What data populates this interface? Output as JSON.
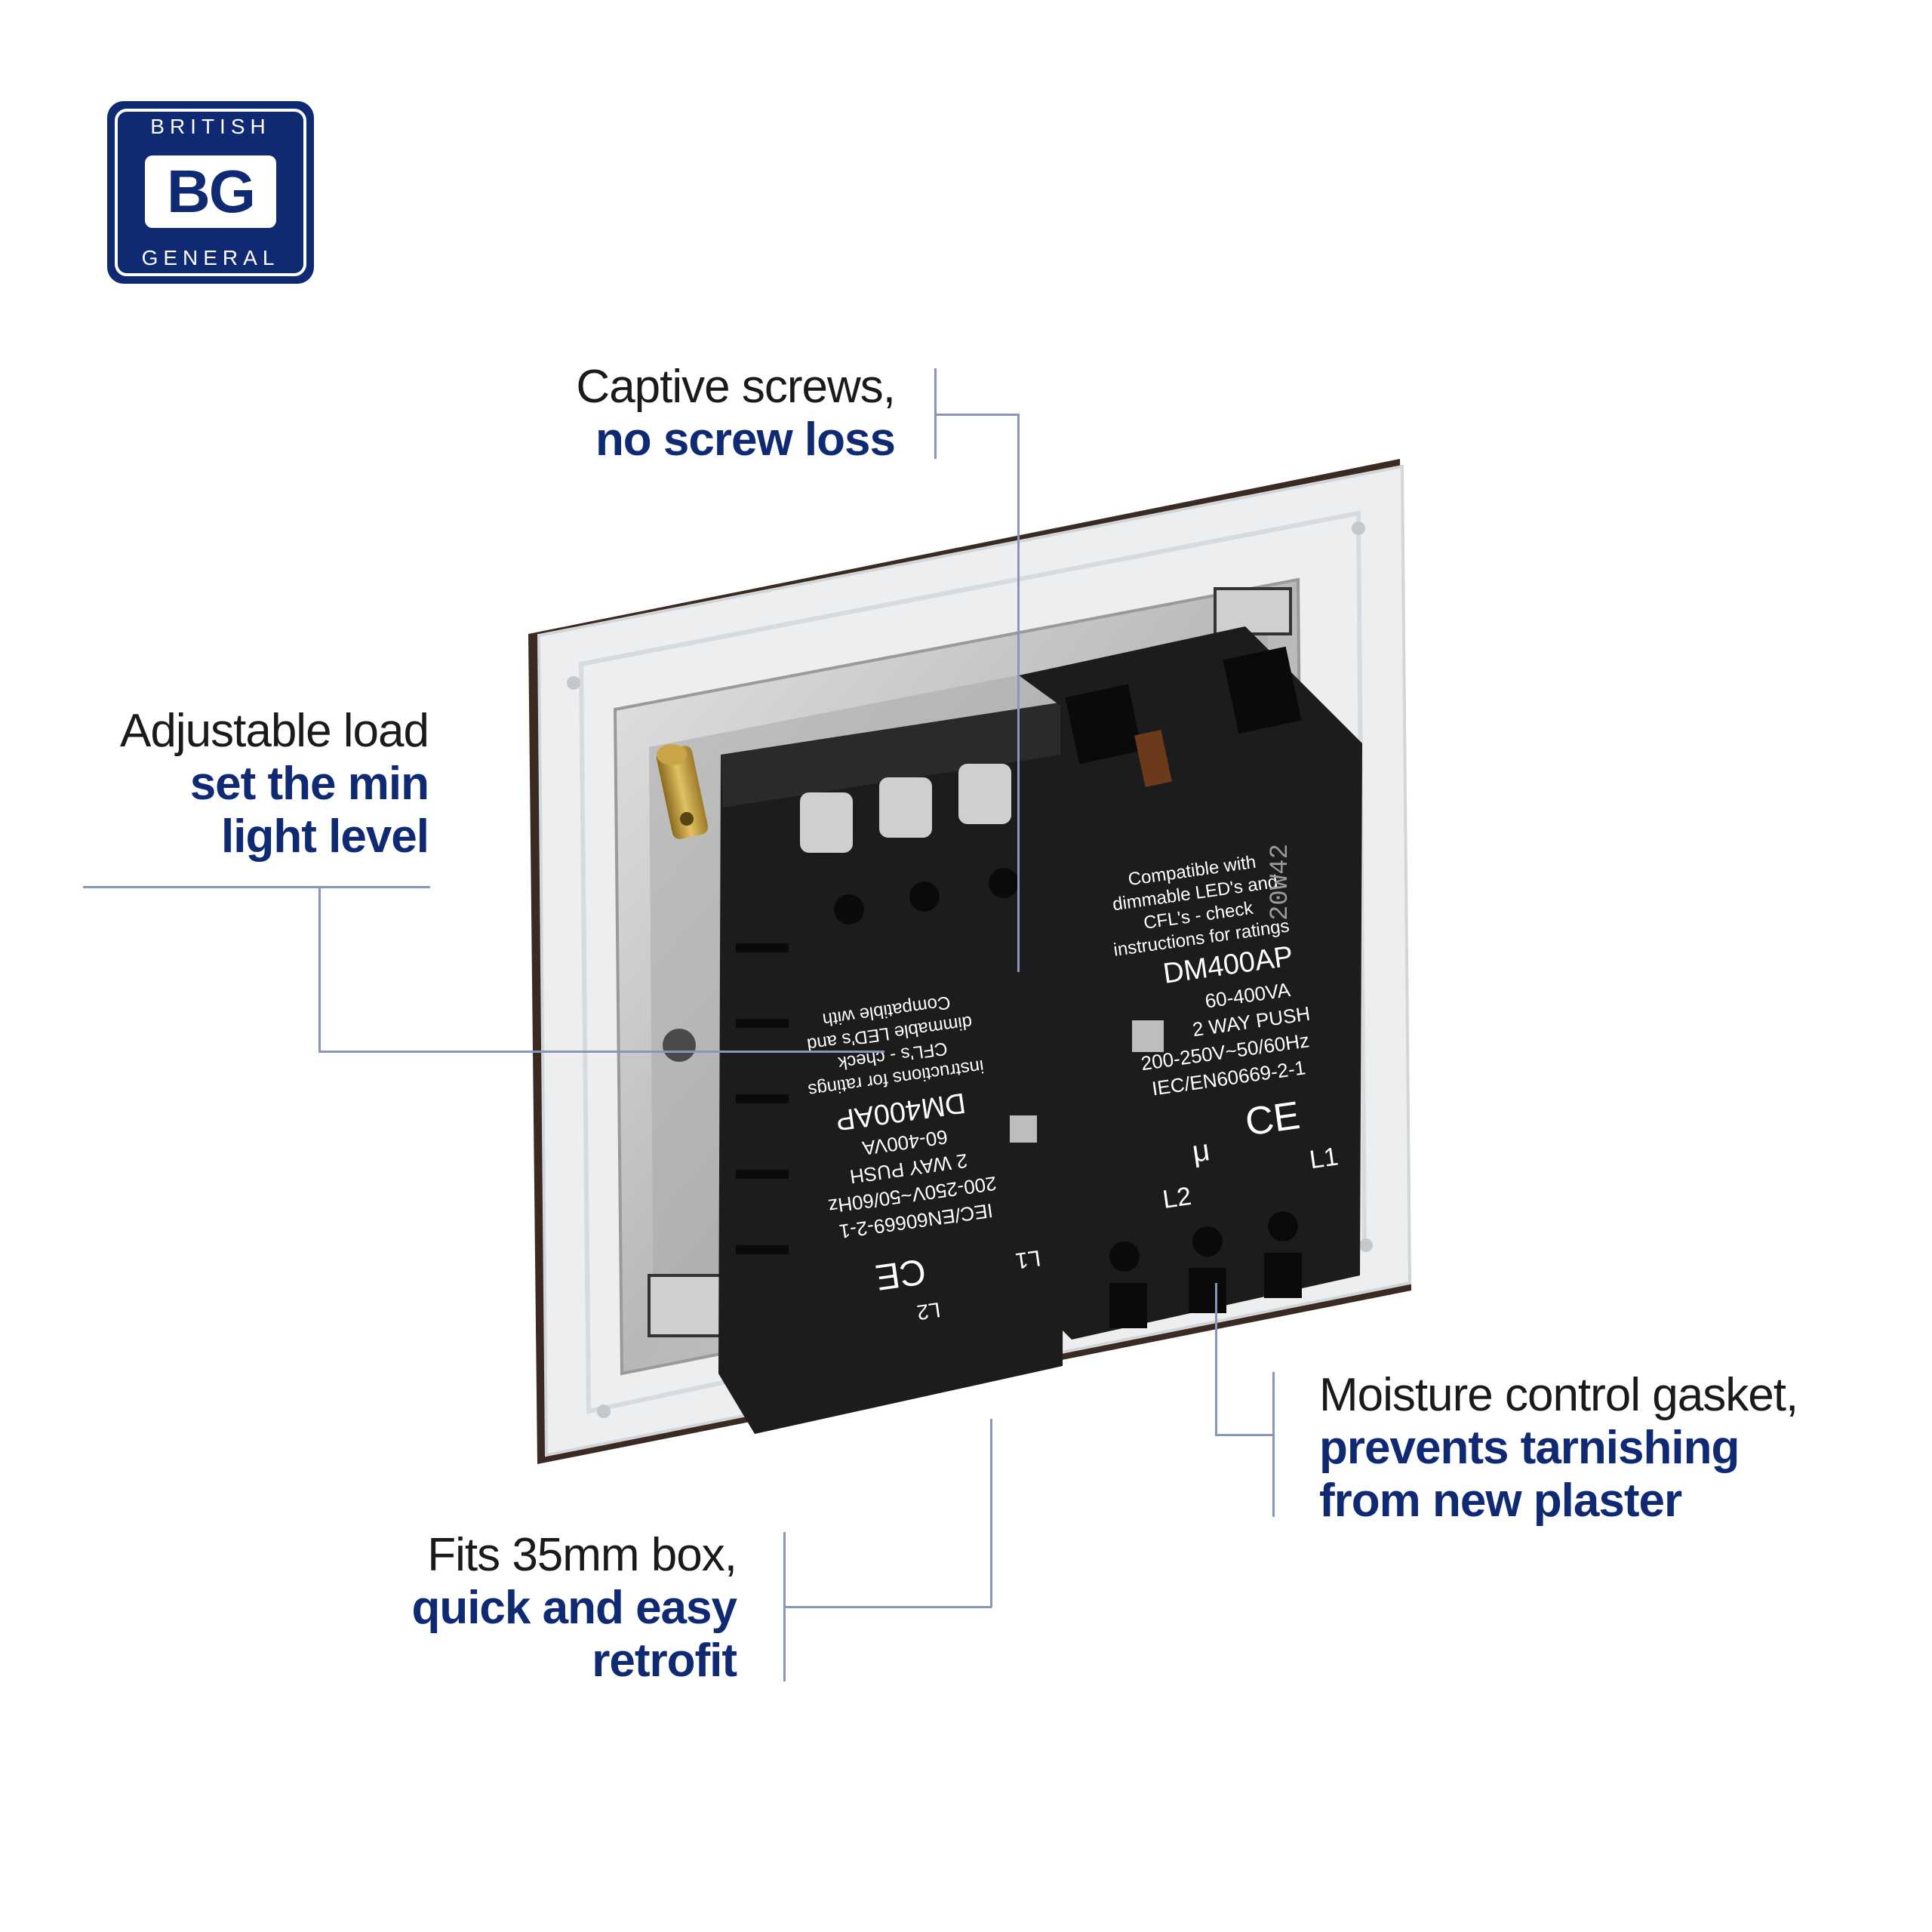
{
  "brand": {
    "top_text": "BRITISH",
    "mark": "BG",
    "bottom_text": "GENERAL",
    "color": "#0f2a72"
  },
  "callouts": {
    "captive": {
      "plain": "Captive screws,",
      "highlight": "no screw loss"
    },
    "adjustable": {
      "plain": "Adjustable load",
      "highlight_1": "set the min",
      "highlight_2": "light level"
    },
    "moisture": {
      "plain": "Moisture control gasket,",
      "highlight_1": "prevents tarnishing",
      "highlight_2": "from new plaster"
    },
    "box": {
      "plain": "Fits 35mm box,",
      "highlight_1": "quick and easy",
      "highlight_2": "retrofit"
    }
  },
  "module_labels": {
    "compat_1": "Compatible with",
    "compat_2": "dimmable LED's and",
    "compat_3": "CFL's - check",
    "compat_4": "instructions for ratings",
    "model": "DM400AP",
    "rating": "60-400VA",
    "mode": "2 WAY PUSH",
    "voltage": "200-250V~50/60Hz",
    "standard": "IEC/EN60669-2-1",
    "terminal_l1": "L1",
    "terminal_l2": "L2",
    "ce": "CE",
    "micro": "μ",
    "plate_code": "20W42"
  },
  "colors": {
    "accent": "#0f2a72",
    "leader": "#8a96b8",
    "module": "#1c1c1c"
  }
}
